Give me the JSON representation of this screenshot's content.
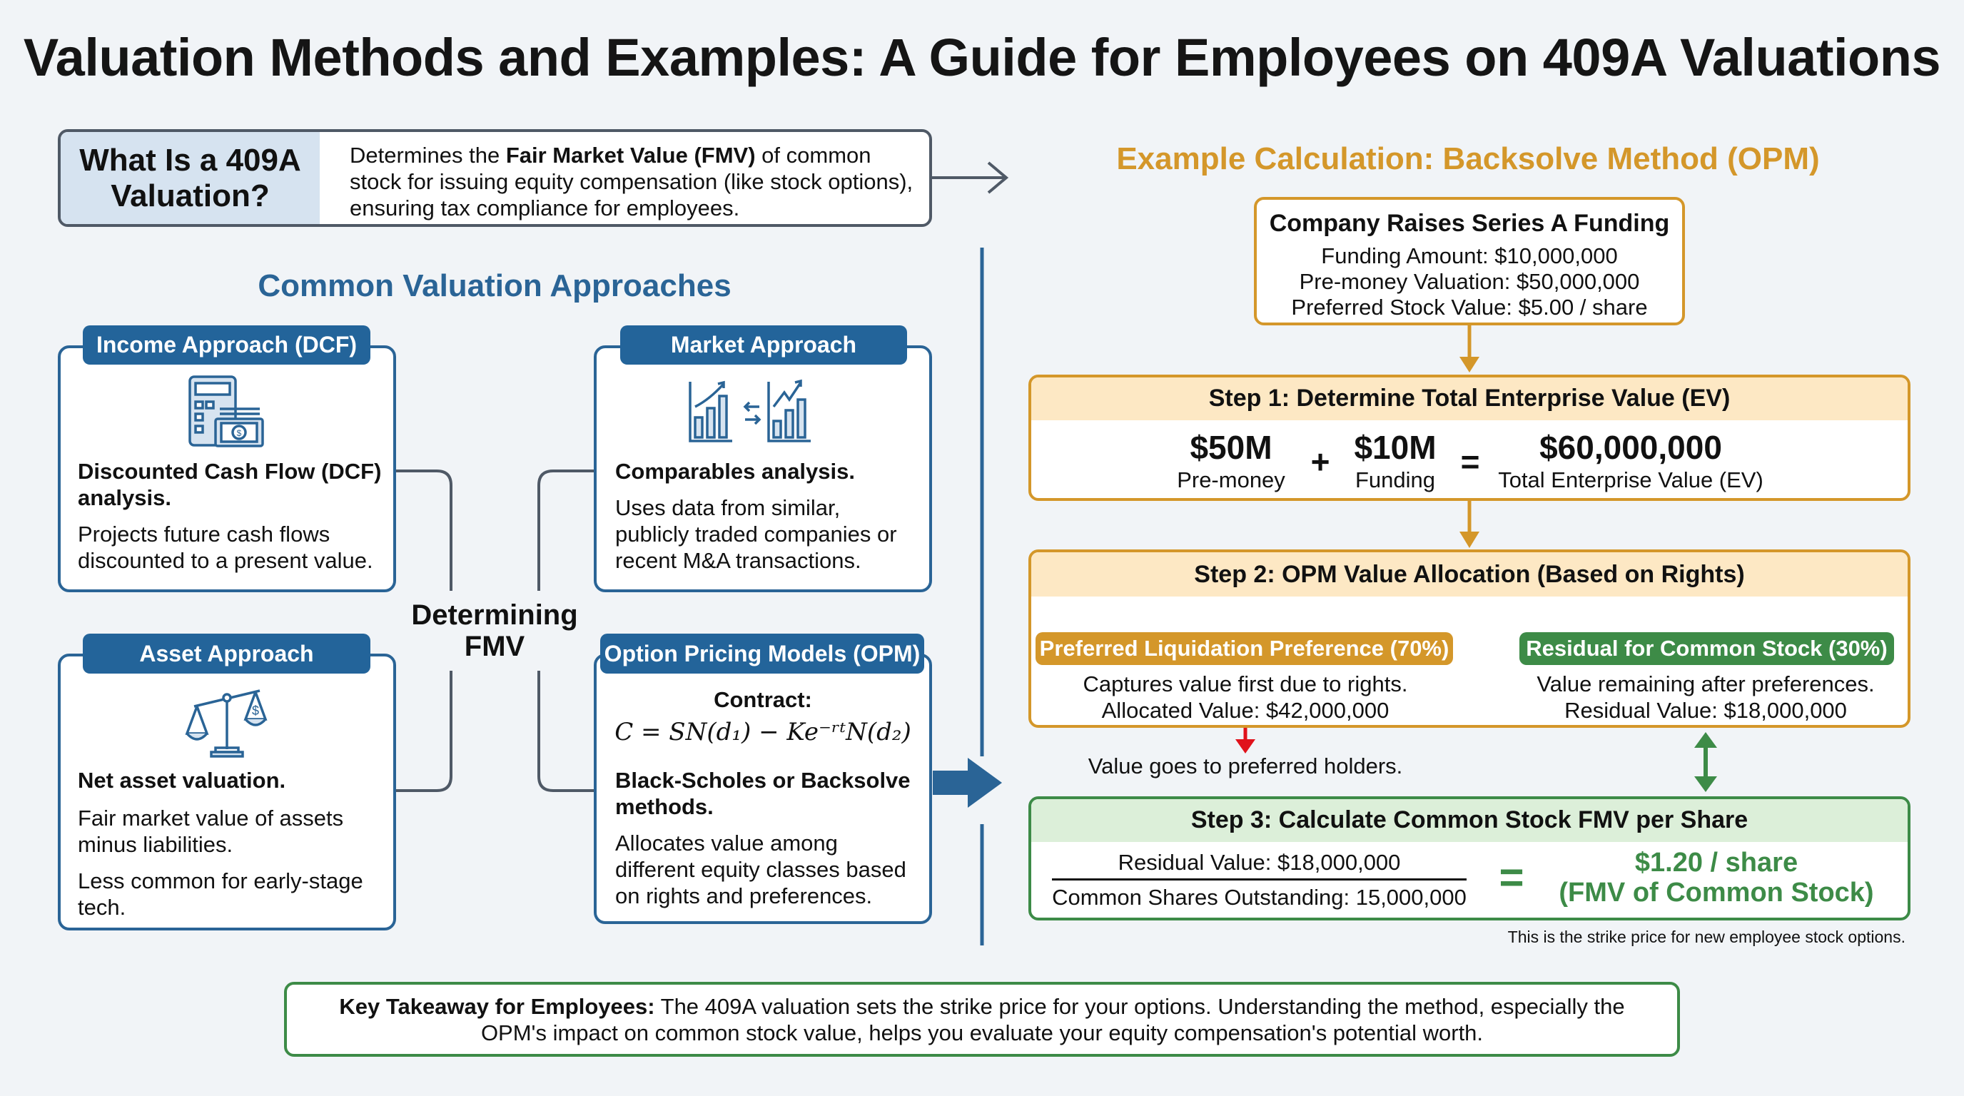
{
  "title": "Valuation Methods and Examples: A Guide for Employees on 409A Valuations",
  "what_is": {
    "heading_line1": "What Is a 409A",
    "heading_line2": "Valuation?",
    "text_pre": "Determines the ",
    "text_bold": "Fair Market Value (FMV)",
    "text_post": " of common",
    "line2": "stock for issuing equity compensation (like stock options),",
    "line3": "ensuring tax compliance for employees."
  },
  "approaches": {
    "section_title": "Common Valuation Approaches",
    "center_label_line1": "Determining",
    "center_label_line2": "FMV",
    "income": {
      "tab": "Income Approach (DCF)",
      "icon": "calculator-money-icon",
      "bold_line1": "Discounted Cash Flow (DCF)",
      "bold_line2": "analysis.",
      "desc_line1": "Projects future cash flows",
      "desc_line2": "discounted to a present value."
    },
    "market": {
      "tab": "Market Approach",
      "icon": "bar-charts-compare-icon",
      "bold_line1": "Comparables analysis.",
      "desc_line1": "Uses data from similar,",
      "desc_line2": "publicly traded companies or",
      "desc_line3": "recent M&A transactions."
    },
    "asset": {
      "tab": "Asset Approach",
      "icon": "balance-scale-icon",
      "bold_line1": "Net asset valuation.",
      "desc_line1": "Fair market value of assets",
      "desc_line2": "minus liabilities.",
      "desc_line3": "Less common for early-stage",
      "desc_line4": "tech."
    },
    "opm": {
      "tab": "Option Pricing Models (OPM)",
      "contract_label": "Contract:",
      "formula": "C = SN(d₁) − Ke⁻ʳᵗN(d₂)",
      "bold_line1": "Black-Scholes or Backsolve",
      "bold_line2": "methods.",
      "desc_line1": "Allocates value among",
      "desc_line2": "different equity classes based",
      "desc_line3": "on rights and preferences."
    }
  },
  "example": {
    "title": "Example Calculation: Backsolve Method (OPM)",
    "funding": {
      "title": "Company Raises Series A Funding",
      "line1": "Funding Amount: $10,000,000",
      "line2": "Pre-money Valuation: $50,000,000",
      "line3": "Preferred Stock Value: $5.00 / share"
    },
    "step1": {
      "header": "Step 1: Determine Total Enterprise Value (EV)",
      "a_value": "$50M",
      "a_label": "Pre-money",
      "plus": "+",
      "b_value": "$10M",
      "b_label": "Funding",
      "equals": "=",
      "result_value": "$60,000,000",
      "result_label": "Total Enterprise Value (EV)"
    },
    "step2": {
      "header": "Step 2: OPM Value Allocation (Based on Rights)",
      "preferred_pill": "Preferred Liquidation Preference (70%)",
      "preferred_line1": "Captures value first due to rights.",
      "preferred_line2": "Allocated Value: $42,000,000",
      "common_pill": "Residual for Common Stock (30%)",
      "common_line1": "Value remaining after preferences.",
      "common_line2": "Residual Value: $18,000,000",
      "preferred_note": "Value goes to preferred holders."
    },
    "step3": {
      "header": "Step 3: Calculate Common Stock FMV per Share",
      "numerator": "Residual Value: $18,000,000",
      "denominator": "Common Shares Outstanding: 15,000,000",
      "equals": "=",
      "result_line1": "$1.20 / share",
      "result_line2": "(FMV of Common Stock)"
    },
    "footnote": "This is the strike price for new employee stock options."
  },
  "takeaway": {
    "label": "Key Takeaway for Employees:",
    "line1": " The 409A valuation sets the strike price for your options. Understanding the method, especially the",
    "line2": "OPM's impact on common stock value, helps you evaluate your equity compensation's potential worth."
  },
  "colors": {
    "blue": "#2a6496",
    "orange": "#d4972a",
    "green": "#3d8b47",
    "red": "#e0121b",
    "background": "#f1f4f7"
  }
}
